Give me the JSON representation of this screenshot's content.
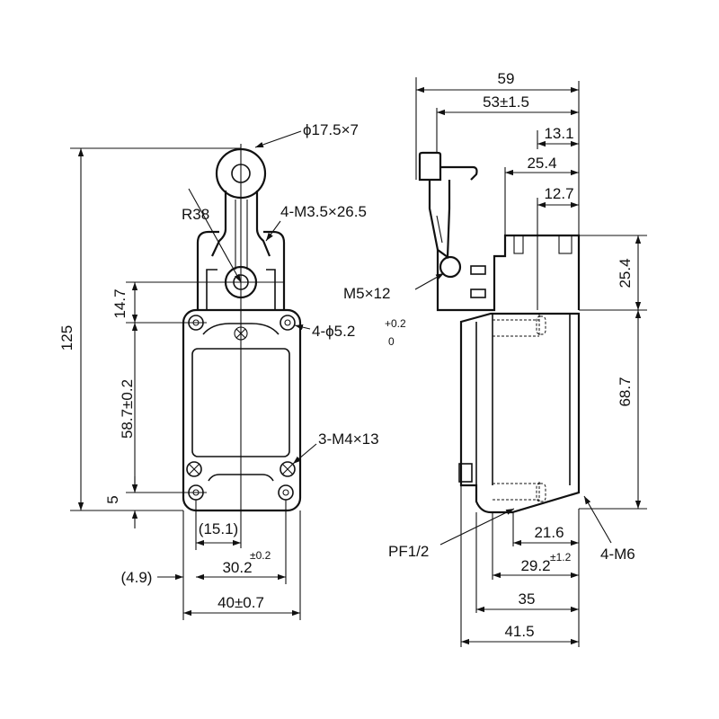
{
  "dimensions": {
    "front": {
      "roller": "ϕ17.5×7",
      "arm_radius": "R38",
      "arm_screws": "4-M3.5×26.5",
      "mount_holes": "4-ϕ5.2",
      "mount_tol_upper": "+0.2",
      "mount_tol_lower": "0",
      "cover_screws": "3-M4×13",
      "overall_height": "125",
      "head_height": "14.7",
      "hole_pitch_v": "58.7±0.2",
      "bottom_offset": "5",
      "roller_offset": "(15.1)",
      "hole_pitch_h": "30.2",
      "hole_pitch_h_tol": "±0.2",
      "edge_offset": "(4.9)",
      "body_width": "40±0.7"
    },
    "side": {
      "overall_depth": "59",
      "arm_depth": "53±1.5",
      "top_offset": "13.1",
      "head_depth": "25.4",
      "head_offset": "12.7",
      "head_height": "25.4",
      "body_height": "68.7",
      "mount_screw": "M5×12",
      "conduit": "PF1/2",
      "side_screws": "4-M6",
      "hole_offset": "21.6",
      "hole_pitch": "29.2",
      "hole_pitch_tol": "±1.2",
      "base_depth": "35",
      "total_depth": "41.5"
    }
  }
}
